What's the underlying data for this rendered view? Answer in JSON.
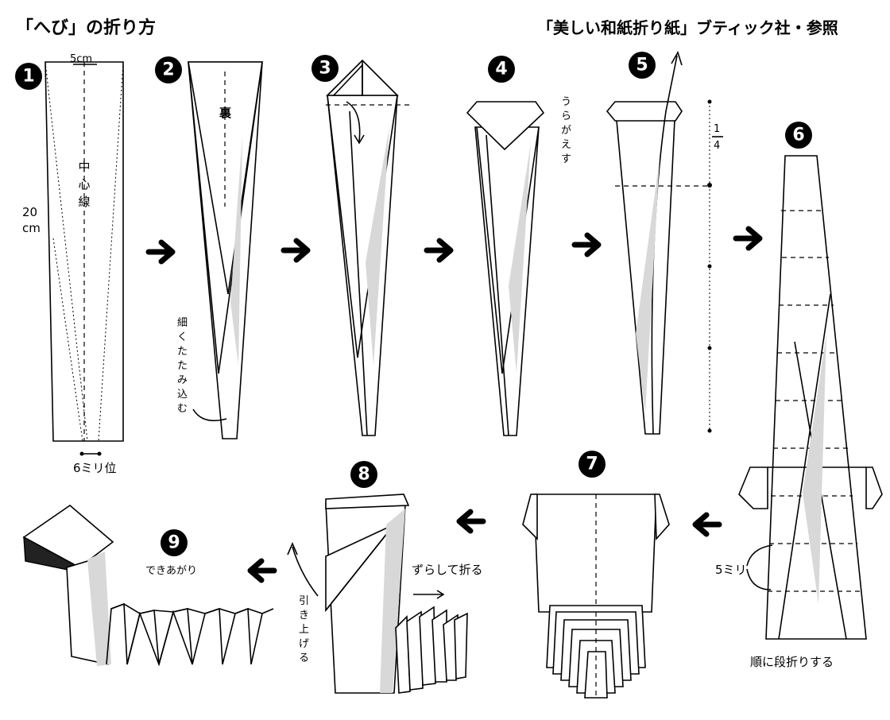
{
  "header": {
    "title": "「へび」の折り方",
    "source": "「美しい和紙折り紙」ブティック社・参照"
  },
  "steps": [
    "1",
    "2",
    "3",
    "4",
    "5",
    "6",
    "7",
    "8",
    "9"
  ],
  "labels": {
    "width_dim": "5cm",
    "height_dim_num": "20",
    "height_dim_unit": "cm",
    "center_line": [
      "中",
      "心",
      "線"
    ],
    "six_mm": "6ミリ位",
    "back": "裏",
    "fold_in": [
      "細",
      "く",
      "た",
      "た",
      "み",
      "込",
      "む"
    ],
    "turn_over": [
      "う",
      "ら",
      "が",
      "え",
      "す"
    ],
    "quarter_num": "1",
    "quarter_den": "4",
    "five_mm": "5ミリ",
    "step_fold": "順に段折りする",
    "shift_fold": "ずらして折る",
    "pull_up": [
      "引",
      "き",
      "上",
      "げ",
      "る"
    ],
    "done": "できあがり"
  }
}
